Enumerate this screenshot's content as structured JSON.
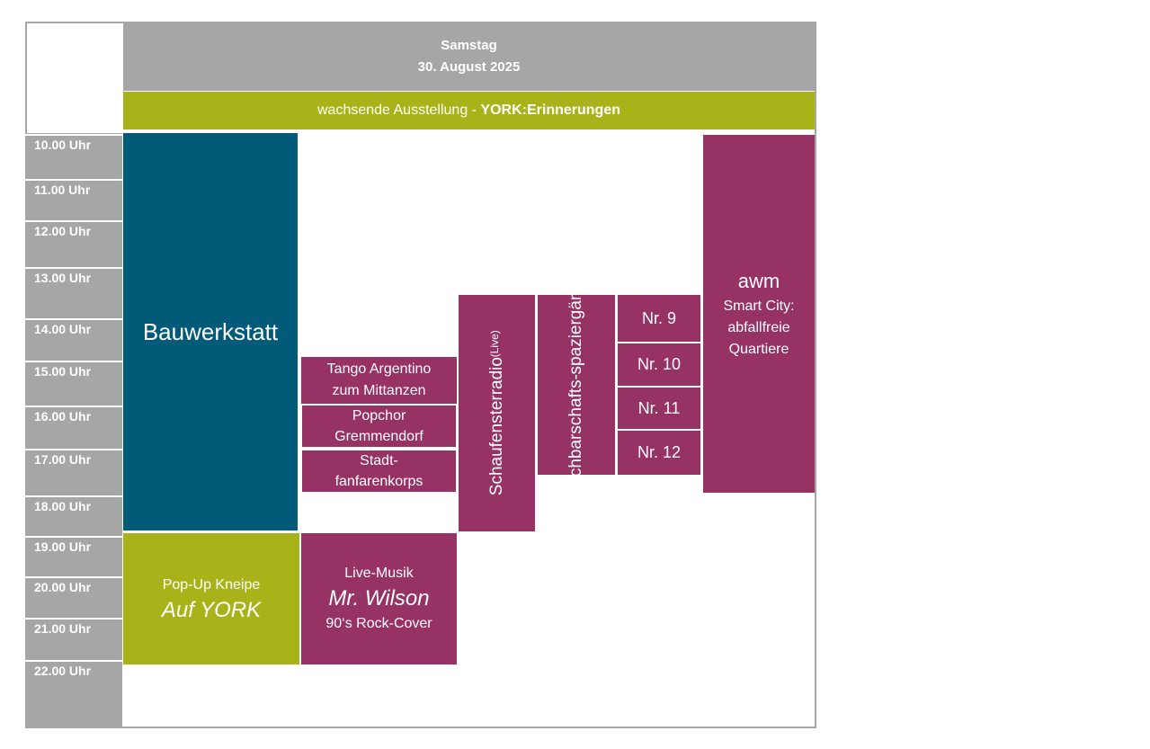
{
  "header": {
    "day": "Samstag",
    "date": "30. August 2025"
  },
  "banner": {
    "prefix": "wachsende Ausstellung - ",
    "highlight": "YORK:Erinnerungen"
  },
  "times": [
    "10.00 Uhr",
    "11.00 Uhr",
    "12.00 Uhr",
    "13.00 Uhr",
    "14.00 Uhr",
    "15.00 Uhr",
    "16.00 Uhr",
    "17.00 Uhr",
    "18.00 Uhr",
    "19.00 Uhr",
    "20.00 Uhr",
    "21.00 Uhr",
    "22.00 Uhr"
  ],
  "events": {
    "bauwerkstatt": "Bauwerkstatt",
    "popup_line1": "Pop-Up Kneipe",
    "popup_line2": "Auf YORK",
    "tango_line1": "Tango  Argentino",
    "tango_line2": "zum Mittanzen",
    "popchor_line1": "Popchor",
    "popchor_line2": "Gremmendorf",
    "stadt_line1": "Stadt-",
    "stadt_line2": "fanfarenkorps",
    "live_line1": "Live-Musik",
    "live_line2": "Mr. Wilson",
    "live_line3": "90‘s Rock-Cover",
    "radio_title": "Schaufensterradio",
    "radio_sub": "(Live)",
    "nachbar_line1": "Nachbarschafts-",
    "nachbar_line2": "spaziergänge",
    "nr9": "Nr. 9",
    "nr10": "Nr. 10",
    "nr11": "Nr. 11",
    "nr12": "Nr. 12",
    "awm_title": "awm",
    "awm_line1": "Smart City:",
    "awm_line2": "abfallfreie",
    "awm_line3": "Quartiere"
  },
  "colors": {
    "gray": "#a6a6a6",
    "lime": "#a8b319",
    "teal": "#005a78",
    "purple": "#963264"
  }
}
